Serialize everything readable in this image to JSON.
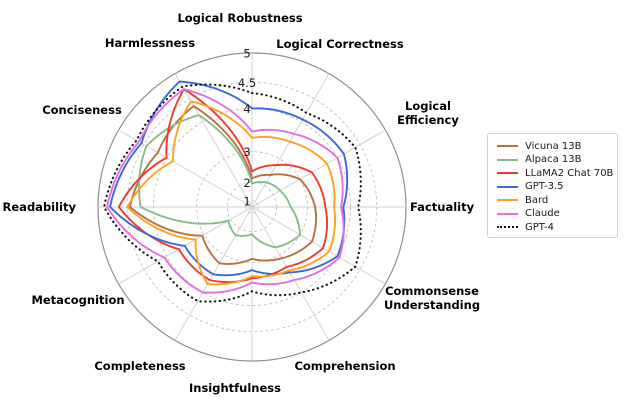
{
  "figure": {
    "background_color": "#ffffff",
    "grid_color": "#c6c6c6",
    "outer_ring_color": "#8f8f8f",
    "spoke_color": "#d2d2d2",
    "tick_label_color": "#1a1a1a",
    "axis_label_color": "#000000"
  },
  "chart_data": {
    "type": "radar",
    "title": "",
    "radial_scale": "quadratic",
    "radial_range": [
      0,
      5
    ],
    "radial_ticks": [
      "1",
      "2",
      "3",
      "4",
      "4.5",
      "5"
    ],
    "grid": true,
    "legend_position": "right",
    "axes": [
      {
        "label": "Logical Robustness",
        "display_lines": [
          "Logical Robustness"
        ]
      },
      {
        "label": "Logical Correctness",
        "display_lines": [
          "Logical Correctness"
        ]
      },
      {
        "label": "Logical Efficiency",
        "display_lines": [
          "Logical",
          "Efficiency"
        ]
      },
      {
        "label": "Factuality",
        "display_lines": [
          "Factuality"
        ]
      },
      {
        "label": "Commonsense Understanding",
        "display_lines": [
          "Commonsense",
          "Understanding"
        ]
      },
      {
        "label": "Comprehension",
        "display_lines": [
          "Comprehension"
        ]
      },
      {
        "label": "Insightfulness",
        "display_lines": [
          "Insightfulness"
        ]
      },
      {
        "label": "Completeness",
        "display_lines": [
          "Completeness"
        ]
      },
      {
        "label": "Metacognition",
        "display_lines": [
          "Metacognition"
        ]
      },
      {
        "label": "Readability",
        "display_lines": [
          "Readability"
        ]
      },
      {
        "label": "Conciseness",
        "display_lines": [
          "Conciseness"
        ]
      },
      {
        "label": "Harmlessness",
        "display_lines": [
          "Harmlessness"
        ]
      }
    ],
    "series": [
      {
        "name": "Vicuna 13B",
        "color": "#b8703d",
        "style": "solid",
        "values": [
          2.15,
          2.45,
          3.0,
          3.2,
          3.35,
          3.1,
          2.9,
          3.25,
          3.05,
          4.45,
          4.2,
          4.35
        ]
      },
      {
        "name": "Alpaca 13B",
        "color": "#85bd88",
        "style": "solid",
        "values": [
          1.95,
          2.15,
          2.3,
          2.5,
          3.0,
          2.75,
          2.1,
          2.3,
          2.1,
          4.25,
          4.45,
          4.15
        ]
      },
      {
        "name": "LLaMA2 Chat 70B",
        "color": "#ef3b2f",
        "style": "solid",
        "values": [
          2.4,
          2.8,
          3.35,
          3.45,
          3.65,
          3.35,
          3.4,
          3.7,
          3.7,
          4.65,
          4.0,
          4.7
        ]
      },
      {
        "name": "GPT-3.5",
        "color": "#3d67db",
        "style": "solid",
        "values": [
          4.0,
          4.05,
          4.15,
          3.85,
          4.0,
          3.5,
          3.2,
          3.55,
          3.55,
          4.8,
          4.55,
          4.85
        ]
      },
      {
        "name": "Bard",
        "color": "#fda321",
        "style": "solid",
        "values": [
          3.35,
          3.5,
          3.75,
          3.65,
          3.8,
          3.45,
          3.35,
          3.8,
          3.25,
          4.5,
          3.85,
          4.45
        ]
      },
      {
        "name": "Claude",
        "color": "#e06fe0",
        "style": "solid",
        "values": [
          3.5,
          3.7,
          4.0,
          3.8,
          4.05,
          3.7,
          3.5,
          4.0,
          4.05,
          4.85,
          4.6,
          4.7
        ]
      },
      {
        "name": "GPT-4",
        "color": "#161616",
        "style": "dotted",
        "values": [
          4.3,
          4.2,
          4.4,
          4.15,
          4.4,
          4.0,
          3.7,
          4.2,
          4.2,
          4.9,
          4.65,
          4.75
        ]
      }
    ]
  }
}
